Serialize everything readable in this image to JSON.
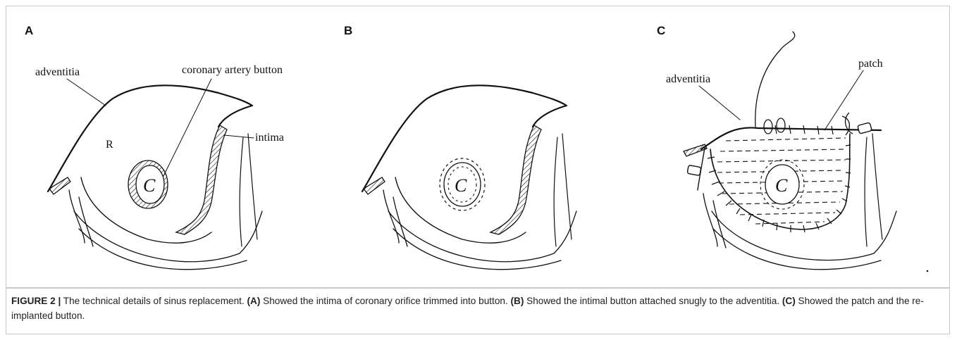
{
  "panels": [
    {
      "letter": "A",
      "labels": {
        "adventitia": "adventitia",
        "button": "coronary artery button",
        "intima": "intima",
        "R": "R",
        "C": "C"
      }
    },
    {
      "letter": "B",
      "labels": {
        "C": "C"
      }
    },
    {
      "letter": "C",
      "labels": {
        "adventitia": "adventitia",
        "patch": "patch",
        "C": "C"
      }
    }
  ],
  "caption": {
    "figure_label": "FIGURE 2 |",
    "text_main": " The technical details of sinus replacement. ",
    "a_tag": "(A)",
    "a_text": " Showed the intima of coronary orifice trimmed into button. ",
    "b_tag": "(B)",
    "b_text": " Showed the intimal button attached snugly to the adventitia. ",
    "c_tag": "(C)",
    "c_text": " Showed the patch and the re-implanted button."
  }
}
